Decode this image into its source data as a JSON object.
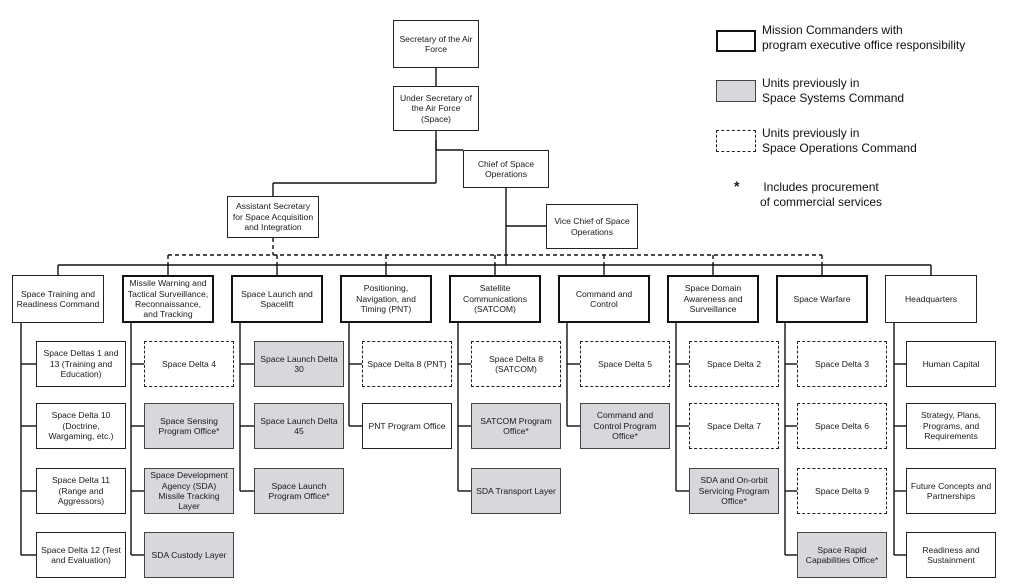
{
  "top": {
    "secaf": "Secretary of the Air Force",
    "usecaf": "Under Secretary of the Air Force (Space)",
    "cso": "Chief of Space Operations",
    "asaf": "Assistant Secretary for Space Acquisition and Integration",
    "vcso": "Vice Chief of Space Operations"
  },
  "columns": [
    {
      "id": "trng",
      "label": "Space Training and Readiness Command",
      "type": "plain",
      "children": [
        {
          "label": "Space Deltas 1 and 13 (Training and Education)",
          "type": "plain"
        },
        {
          "label": "Space Delta 10 (Doctrine, Wargaming, etc.)",
          "type": "plain"
        },
        {
          "label": "Space Delta 11 (Range and Aggressors)",
          "type": "plain"
        },
        {
          "label": "Space Delta 12 (Test and Evaluation)",
          "type": "plain"
        }
      ]
    },
    {
      "id": "mw",
      "label": "Missile Warning and Tactical Surveillance, Reconnaissance, and Tracking",
      "type": "mc",
      "children": [
        {
          "label": "Space Delta 4",
          "type": "soc"
        },
        {
          "label": "Space Sensing Program Office*",
          "type": "ssc"
        },
        {
          "label": "Space Development Agency (SDA) Missile Tracking Layer",
          "type": "ssc"
        },
        {
          "label": "SDA Custody Layer",
          "type": "ssc"
        }
      ]
    },
    {
      "id": "sl",
      "label": "Space Launch and Spacelift",
      "type": "mc",
      "children": [
        {
          "label": "Space Launch Delta 30",
          "type": "ssc"
        },
        {
          "label": "Space Launch Delta 45",
          "type": "ssc"
        },
        {
          "label": "Space Launch Program Office*",
          "type": "ssc"
        }
      ]
    },
    {
      "id": "pnt",
      "label": "Positioning, Navigation, and Timing (PNT)",
      "type": "mc",
      "children": [
        {
          "label": "Space Delta 8 (PNT)",
          "type": "soc"
        },
        {
          "label": "PNT Program Office",
          "type": "plain"
        }
      ]
    },
    {
      "id": "satcom",
      "label": "Satellite Communications (SATCOM)",
      "type": "mc",
      "children": [
        {
          "label": "Space Delta 8 (SATCOM)",
          "type": "soc"
        },
        {
          "label": "SATCOM Program Office*",
          "type": "ssc"
        },
        {
          "label": "SDA Transport Layer",
          "type": "ssc"
        }
      ]
    },
    {
      "id": "c2",
      "label": "Command and Control",
      "type": "mc",
      "children": [
        {
          "label": "Space Delta 5",
          "type": "soc"
        },
        {
          "label": "Command and Control Program Office*",
          "type": "ssc"
        }
      ]
    },
    {
      "id": "sda",
      "label": "Space Domain Awareness and Surveillance",
      "type": "mc",
      "children": [
        {
          "label": "Space Delta 2",
          "type": "soc"
        },
        {
          "label": "Space Delta 7",
          "type": "soc"
        },
        {
          "label": "SDA and On-orbit Servicing Program Office*",
          "type": "ssc"
        }
      ]
    },
    {
      "id": "sw",
      "label": "Space Warfare",
      "type": "mc",
      "children": [
        {
          "label": "Space Delta 3",
          "type": "soc"
        },
        {
          "label": "Space Delta 6",
          "type": "soc"
        },
        {
          "label": "Space Delta 9",
          "type": "soc"
        },
        {
          "label": "Space Rapid Capabilities Office*",
          "type": "ssc"
        }
      ]
    },
    {
      "id": "hq",
      "label": "Headquarters",
      "type": "plain",
      "children": [
        {
          "label": "Human Capital",
          "type": "plain"
        },
        {
          "label": "Strategy, Plans, Programs, and Requirements",
          "type": "plain"
        },
        {
          "label": "Future Concepts and Partnerships",
          "type": "plain"
        },
        {
          "label": "Readiness and Sustainment",
          "type": "plain"
        }
      ]
    }
  ],
  "legend": {
    "mc": "Mission Commanders with\nprogram executive office responsibility",
    "ssc": "Units previously in\nSpace Systems Command",
    "soc": "Units previously in\nSpace Operations Command",
    "star_symbol": "*",
    "star": "Includes procurement\nof commercial services"
  }
}
